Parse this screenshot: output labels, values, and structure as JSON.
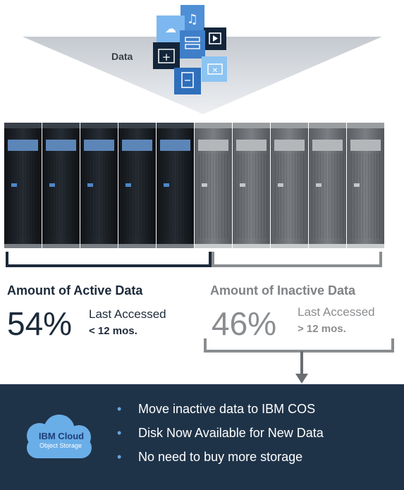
{
  "funnel": {
    "label": "Data"
  },
  "active": {
    "title": "Amount of Active Data",
    "percent": "54%",
    "last_accessed": "Last Accessed",
    "range": "< 12 mos."
  },
  "inactive": {
    "title": "Amount of Inactive Data",
    "percent": "46%",
    "last_accessed": "Last Accessed",
    "range": "> 12 mos."
  },
  "cloud": {
    "title": "IBM Cloud",
    "subtitle": "Object Storage"
  },
  "bullets": [
    "Move inactive data to IBM COS",
    "Disk Now Available for New Data",
    "No need to buy more storage"
  ],
  "colors": {
    "active": "#1c2a3a",
    "inactive": "#8a8d90",
    "panel": "#1f3348",
    "bullet": "#68a7e2",
    "cloud": "#6aaee8"
  }
}
